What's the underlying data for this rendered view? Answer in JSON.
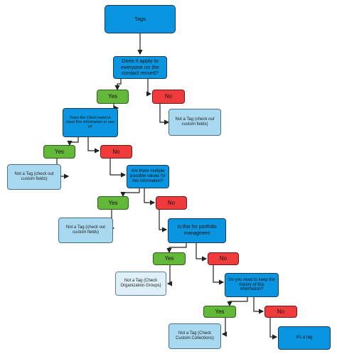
{
  "nodes": {
    "tags": "Tags",
    "q_everyone": "Does it apply to everyone on the contact record?",
    "yes_1": "Yes",
    "no_1": "No",
    "not_tag_custom_1": "Not a Tag (check out custom fields)",
    "q_client_input": "Does the Client need to input this information or see it?",
    "yes_2": "Yes",
    "no_2": "No",
    "not_tag_custom_2": "Not a Tag (check out custom fields)",
    "q_multiple": "Are there multiple possible values for this information?",
    "yes_3": "Yes",
    "no_3": "No",
    "not_tag_custom_3": "Not a Tag (check out custom fields)",
    "q_portfolio": "Is this for portfolio managment",
    "yes_4": "Yes",
    "no_4": "No",
    "not_tag_groups": "Not a Tag (Check Organization Groups)",
    "q_history": "Do you need to keep the history of this information?",
    "yes_5": "Yes",
    "no_5": "No",
    "not_tag_collections": "Not a Tag (Check Custom Collections)",
    "its_a_tag": "It's a tag"
  },
  "colors": {
    "dark_blue": "#0a95e0",
    "light_blue": "#a9d9f0",
    "pale_blue": "#dff0fa",
    "yes_green": "#63b83a",
    "no_red": "#ef3b3b",
    "connector": "#222222"
  }
}
